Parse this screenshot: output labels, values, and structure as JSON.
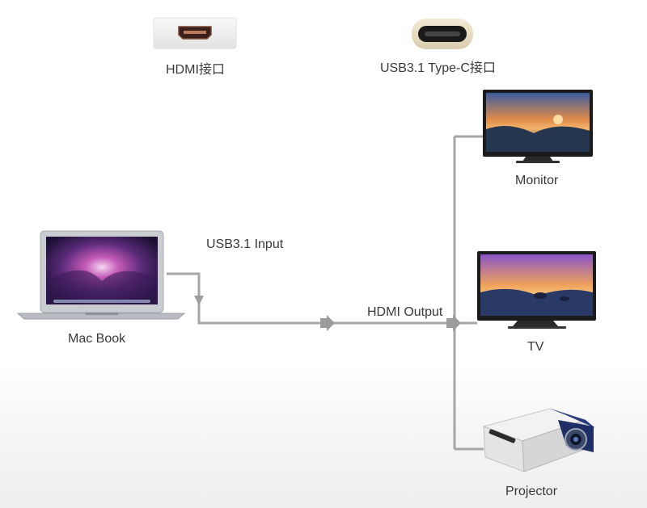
{
  "connectors": {
    "hdmi_port": {
      "label": "HDMI接口",
      "icon": "hdmi-port-icon"
    },
    "usbc_port": {
      "label": "USB3.1 Type-C接口",
      "icon": "usb-c-port-icon"
    }
  },
  "devices": {
    "source": {
      "label": "Mac Book",
      "icon": "laptop-icon"
    },
    "monitor": {
      "label": "Monitor",
      "icon": "monitor-icon"
    },
    "tv": {
      "label": "TV",
      "icon": "tv-icon"
    },
    "projector": {
      "label": "Projector",
      "icon": "projector-icon"
    }
  },
  "signals": {
    "input_label": "USB3.1 Input",
    "output_label": "HDMI Output"
  },
  "colors": {
    "line": "#a6a6a6",
    "text": "#3a3a3a"
  }
}
